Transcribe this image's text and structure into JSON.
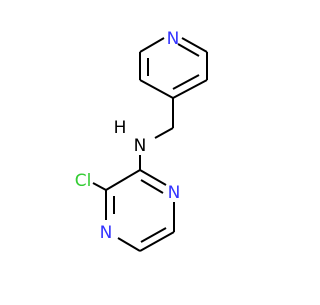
{
  "molecule": {
    "atoms": {
      "pyridine_n": {
        "label": "N",
        "color": "#3333ff"
      },
      "amine_n": {
        "label": "N",
        "color": "#000000"
      },
      "amine_h": {
        "label": "H",
        "color": "#000000"
      },
      "chlorine": {
        "label": "Cl",
        "color": "#33cc33"
      },
      "pyrazine_n1": {
        "label": "N",
        "color": "#3333ff"
      },
      "pyrazine_n4": {
        "label": "N",
        "color": "#3333ff"
      }
    },
    "bond_color": "#000000",
    "background": "#ffffff"
  }
}
